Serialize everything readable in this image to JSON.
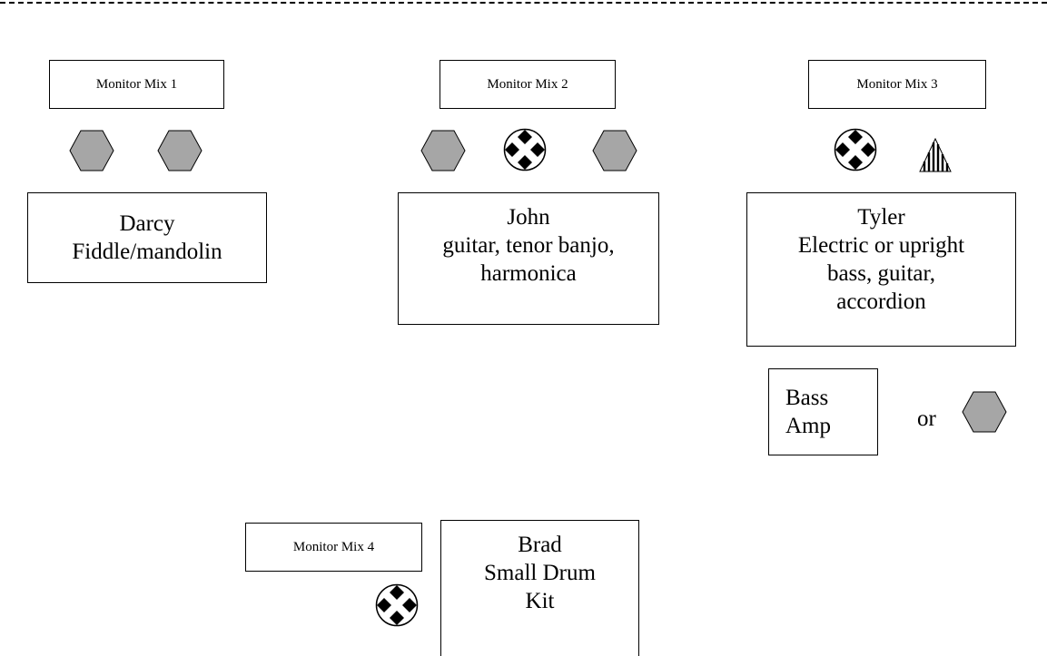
{
  "monitors": {
    "mix1": "Monitor Mix 1",
    "mix2": "Monitor Mix 2",
    "mix3": "Monitor Mix 3",
    "mix4": "Monitor Mix 4"
  },
  "performers": {
    "darcy": {
      "name": "Darcy",
      "line1": "Fiddle/mandolin"
    },
    "john": {
      "name": "John",
      "line1": "guitar, tenor banjo,",
      "line2": "harmonica"
    },
    "tyler": {
      "name": "Tyler",
      "line1": "Electric or upright",
      "line2": "bass, guitar,",
      "line3": "accordion"
    },
    "brad": {
      "name": "Brad",
      "line1": "Small Drum",
      "line2": "Kit"
    }
  },
  "bass_amp": {
    "line1": "Bass",
    "line2": "Amp"
  },
  "or_label": "or",
  "symbols": {
    "hexagon": "di-box-icon",
    "checkered_circle": "microphone-icon",
    "striped_triangle": "amp-mic-icon"
  },
  "colors": {
    "hexagon_fill": "#a6a6a6",
    "line": "#000000"
  }
}
